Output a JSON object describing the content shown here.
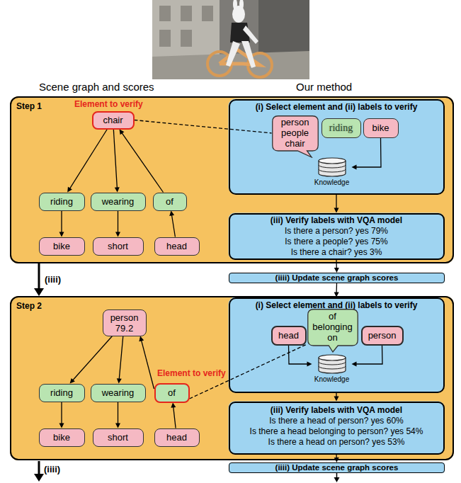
{
  "diagram": {
    "nodes": [
      {
        "text": [
          "Step 1"
        ]
      },
      {
        "text": [
          "chair"
        ],
        "in": 0
      },
      {
        "text": [
          "riding"
        ],
        "in": 0
      },
      {
        "text": [
          "wearing"
        ],
        "in": 0
      },
      {
        "text": [
          "of"
        ],
        "in": 0
      },
      {
        "text": [
          "bike"
        ],
        "in": 0
      },
      {
        "text": [
          "short"
        ],
        "in": 0
      },
      {
        "text": [
          "head"
        ],
        "in": 0
      },
      {
        "text": [
          "(i) Select element and (ii) labels to verify"
        ],
        "in": 0
      },
      {
        "text": [
          "person people chair"
        ],
        "in": 8
      },
      {
        "text": [
          "riding"
        ],
        "in": 8
      },
      {
        "text": [
          "bike"
        ],
        "in": 8
      },
      {
        "text": [
          "Knowledge"
        ],
        "in": 8
      },
      {
        "text": [
          "(iii) Verify labels with VQA model",
          "Is there a person? yes 79%",
          "Is there a people? yes 75%",
          "Is there a chair? yes 3%"
        ],
        "in": 0
      },
      {
        "text": [
          "(iiii) Update scene graph scores"
        ]
      },
      {
        "text": [
          "Step 2"
        ]
      },
      {
        "text": [
          "person",
          "79.2"
        ],
        "in": 15
      },
      {
        "text": [
          "riding"
        ],
        "in": 15
      },
      {
        "text": [
          "wearing"
        ],
        "in": 15
      },
      {
        "text": [
          "of"
        ],
        "in": 15
      },
      {
        "text": [
          "bike"
        ],
        "in": 15
      },
      {
        "text": [
          "short"
        ],
        "in": 15
      },
      {
        "text": [
          "head"
        ],
        "in": 15
      },
      {
        "text": [
          "(i) Select element and (ii) labels to verify"
        ],
        "in": 15
      },
      {
        "text": [
          "head"
        ],
        "in": 23
      },
      {
        "text": [
          "of belonging on"
        ],
        "in": 23
      },
      {
        "text": [
          "person"
        ],
        "in": 23
      },
      {
        "text": [
          "Knowledge"
        ],
        "in": 23
      },
      {
        "text": [
          "(iii) Verify labels with VQA model",
          "Is there a head of person? yes 60%",
          "Is there a head belonging to person? yes 54%",
          "Is there a head on person? yes 53%"
        ],
        "in": 15
      },
      {
        "text": [
          "(iiii) Update scene graph scores"
        ]
      }
    ],
    "edges": [
      {
        "from": 1,
        "to": 2,
        "arrow": "to"
      },
      {
        "from": 2,
        "to": 5,
        "arrow": "to"
      },
      {
        "from": 1,
        "to": 3,
        "arrow": "to"
      },
      {
        "from": 3,
        "to": 6,
        "arrow": "to"
      },
      {
        "from": 7,
        "to": 4,
        "arrow": "to"
      },
      {
        "from": 4,
        "to": 1,
        "arrow": "to"
      },
      {
        "from": 1,
        "to": 9,
        "arrow": "none"
      },
      {
        "from": 11,
        "to": 12,
        "arrow": "to"
      },
      {
        "from": 8,
        "to": 13,
        "arrow": "to"
      },
      {
        "from": 13,
        "to": 14,
        "arrow": "to"
      },
      {
        "from": 0,
        "to": 15,
        "arrow": "to",
        "label": "(iiii)"
      },
      {
        "from": 14,
        "to": 23,
        "arrow": "to"
      },
      {
        "from": 16,
        "to": 17,
        "arrow": "to"
      },
      {
        "from": 17,
        "to": 20,
        "arrow": "to"
      },
      {
        "from": 16,
        "to": 18,
        "arrow": "to"
      },
      {
        "from": 18,
        "to": 21,
        "arrow": "to"
      },
      {
        "from": 22,
        "to": 19,
        "arrow": "to"
      },
      {
        "from": 19,
        "to": 16,
        "arrow": "to"
      },
      {
        "from": 19,
        "to": 25,
        "arrow": "none"
      },
      {
        "from": 24,
        "to": 27,
        "arrow": "to"
      },
      {
        "from": 26,
        "to": 27,
        "arrow": "to"
      },
      {
        "from": 23,
        "to": 28,
        "arrow": "to"
      },
      {
        "from": 28,
        "to": 29,
        "arrow": "to"
      }
    ],
    "labels": [
      "Scene graph and scores",
      "Our method",
      "Element to verify",
      "Element to verify",
      "(iiii)"
    ]
  }
}
